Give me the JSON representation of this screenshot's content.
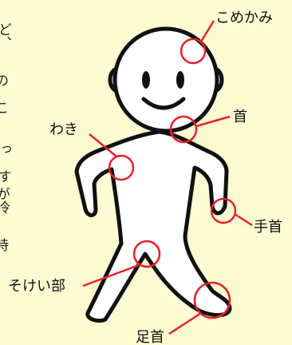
{
  "colors": {
    "background": "#fdfbd2",
    "outline": "#111111",
    "figure_fill": "#ffffff",
    "marker": "#e8202a"
  },
  "vertical_text": {
    "col1": "ど、",
    "col2": "の　こ",
    "col3": "っ　す",
    "col4": "が冷",
    "col5": "時"
  },
  "labels": {
    "temple": "こめかみ",
    "neck": "首",
    "armpit": "わき",
    "wrist": "手首",
    "groin": "そけい部",
    "ankle": "足首"
  }
}
